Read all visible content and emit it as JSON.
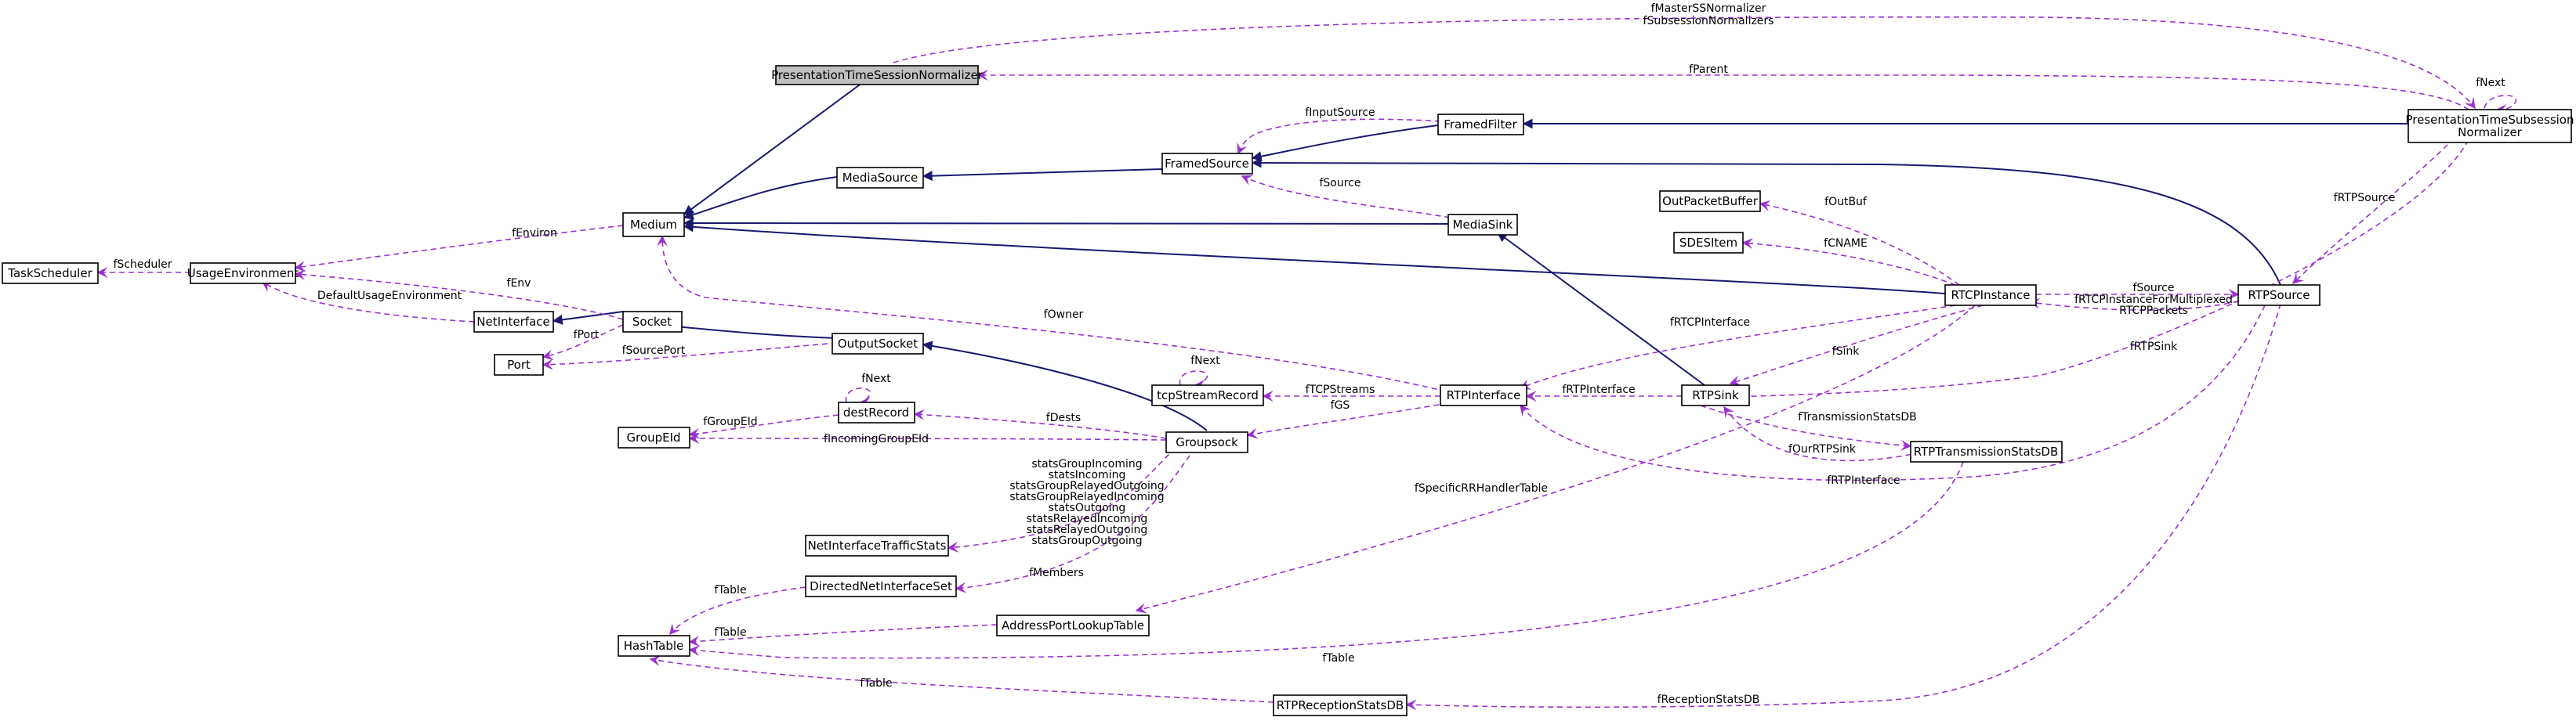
{
  "colors": {
    "inheritance": "#191970",
    "member": "#9a32cd",
    "highlight": "#bfbfbf"
  },
  "nodes": {
    "ptsn": "PresentationTimeSessionNormalizer",
    "medium": "Medium",
    "mediasource": "MediaSource",
    "framedsource": "FramedSource",
    "framedfilter": "FramedFilter",
    "ptssn_1": "PresentationTimeSubsession",
    "ptssn_2": "Normalizer",
    "mediasink": "MediaSink",
    "taskscheduler": "TaskScheduler",
    "usageenv": "UsageEnvironment",
    "netinterface": "NetInterface",
    "socket": "Socket",
    "port": "Port",
    "outputsocket": "OutputSocket",
    "destrecord": "destRecord",
    "groupeid": "GroupEId",
    "groupsock": "Groupsock",
    "tcpstream": "tcpStreamRecord",
    "rtpinterface": "RTPInterface",
    "rtpsink": "RTPSink",
    "rtcpinstance": "RTCPInstance",
    "rtpsource": "RTPSource",
    "outpacketbuffer": "OutPacketBuffer",
    "sdesitem": "SDESItem",
    "rtptxstats": "RTPTransmissionStatsDB",
    "nitstats": "NetInterfaceTrafficStats",
    "directednis": "DirectedNetInterfaceSet",
    "addrportlookup": "AddressPortLookupTable",
    "hashtable": "HashTable",
    "rtprxstats": "RTPReceptionStatsDB"
  },
  "edge_labels": {
    "master_1": "fMasterSSNormalizer",
    "master_2": "fSubsessionNormalizers",
    "fparent": "fParent",
    "fnext_ptssn": "fNext",
    "finputsource": "fInputSource",
    "fsource_sink": "fSource",
    "fenviron": "fEnviron",
    "fscheduler": "fScheduler",
    "fenv": "fEnv",
    "defaultenv": "DefaultUsageEnvironment",
    "fport": "fPort",
    "fsourceport": "fSourcePort",
    "fnext_dest": "fNext",
    "fgroupeid": "fGroupEId",
    "fdests": "fDests",
    "fincoming": "fIncomingGroupEId",
    "fnext_tcp": "fNext",
    "ftcpstreams": "fTCPStreams",
    "fgs": "fGS",
    "fowner": "fOwner",
    "frtcpinterface": "fRTCPInterface",
    "frtpinterface_sink": "fRTPInterface",
    "frtpinterface_src": "fRTPInterface",
    "fsink": "fSink",
    "foutbuf": "fOutBuf",
    "fcname": "fCNAME",
    "fsource_rtcp": "fSource",
    "frtcpmux_1": "fRTCPInstanceForMultiplexed",
    "frtcpmux_2": "RTCPPackets",
    "frtpsource": "fRTPSource",
    "frtpsink": "fRTPSink",
    "ftxstats": "fTransmissionStatsDB",
    "fourrtpsink": "fOurRTPSink",
    "fspecific": "fSpecificRRHandlerTable",
    "stats": [
      "statsGroupIncoming",
      "statsIncoming",
      "statsGroupRelayedOutgoing",
      "statsGroupRelayedIncoming",
      "statsOutgoing",
      "statsRelayedIncoming",
      "statsRelayedOutgoing",
      "statsGroupOutgoing"
    ],
    "fmembers": "fMembers",
    "ftable_dnis": "fTable",
    "ftable_apl": "fTable",
    "ftable_tx": "fTable",
    "ftable_rx": "fTable",
    "freceptionstats": "fReceptionStatsDB"
  }
}
